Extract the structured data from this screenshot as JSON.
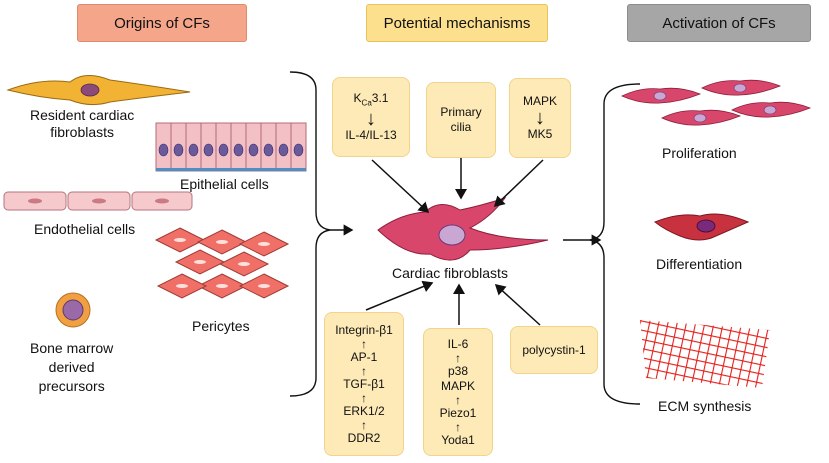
{
  "headers": {
    "origins": "Origins of CFs",
    "mechanisms": "Potential mechanisms",
    "activation": "Activation of CFs"
  },
  "origins": {
    "resident_line1": "Resident cardiac",
    "resident_line2": "fibroblasts",
    "epithelial": "Epithelial cells",
    "endothelial": "Endothelial cells",
    "pericytes": "Pericytes",
    "bm_line1": "Bone marrow",
    "bm_line2": "derived",
    "bm_line3": "precursors"
  },
  "mechanisms": {
    "kca_base": "K",
    "kca_sub": "Ca",
    "kca_rest": "3.1",
    "kca_arrow": "↓",
    "il4": "IL-4/IL-13",
    "cilia_line1": "Primary",
    "cilia_line2": "cilia",
    "mapk": "MAPK",
    "mapk_arrow": "↓",
    "mk5": "MK5",
    "center": "Cardiac fibroblasts",
    "integrin_chain": [
      "Integrin-β1",
      "↑",
      "AP-1",
      "↑",
      "TGF-β1",
      "↑",
      "ERK1/2",
      "↑",
      "DDR2"
    ],
    "il6_chain": [
      "IL-6",
      "↑",
      "p38",
      "MAPK",
      "↑",
      "Piezo1",
      "↑",
      "Yoda1"
    ],
    "polycystin": "polycystin-1"
  },
  "activation": {
    "proliferation": "Proliferation",
    "differentiation": "Differentiation",
    "ecm": "ECM synthesis"
  },
  "colors": {
    "origins_header": "#f4a58a",
    "mechanisms_header": "#fde08e",
    "activation_header": "#a6a6a6",
    "mechanism_box": "#fdeab6",
    "fibroblast": "#d8466b",
    "ecm_mesh": "#e3201b"
  }
}
